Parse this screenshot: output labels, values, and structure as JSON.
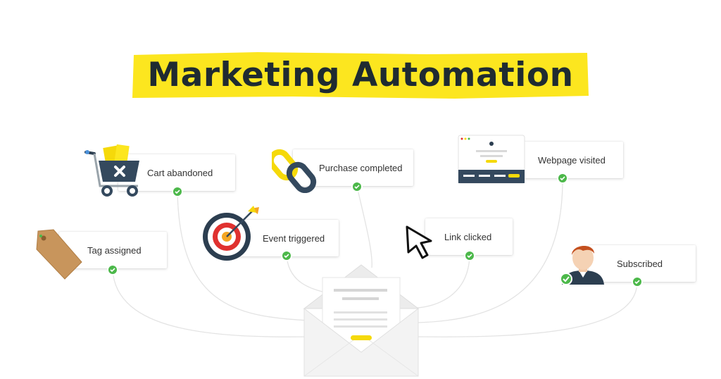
{
  "title": "Marketing Automation",
  "colors": {
    "title_highlight": "#fce61f",
    "title_text": "#1f2b31",
    "check_green": "#4cb84a",
    "accent_yellow": "#f5d90a",
    "dark_navy": "#2c3e50",
    "target_red": "#e0312f"
  },
  "triggers": [
    {
      "id": "cart",
      "label": "Cart abandoned",
      "icon": "shopping-cart-icon"
    },
    {
      "id": "purchase",
      "label": "Purchase completed",
      "icon": "chain-link-icon"
    },
    {
      "id": "webpage",
      "label": "Webpage visited",
      "icon": "webpage-icon"
    },
    {
      "id": "tag",
      "label": "Tag assigned",
      "icon": "price-tag-icon"
    },
    {
      "id": "event",
      "label": "Event triggered",
      "icon": "target-icon"
    },
    {
      "id": "link",
      "label": "Link clicked",
      "icon": "mouse-cursor-icon"
    },
    {
      "id": "subscribed",
      "label": "Subscribed",
      "icon": "user-avatar-icon"
    }
  ],
  "center_icon": "open-envelope-icon"
}
